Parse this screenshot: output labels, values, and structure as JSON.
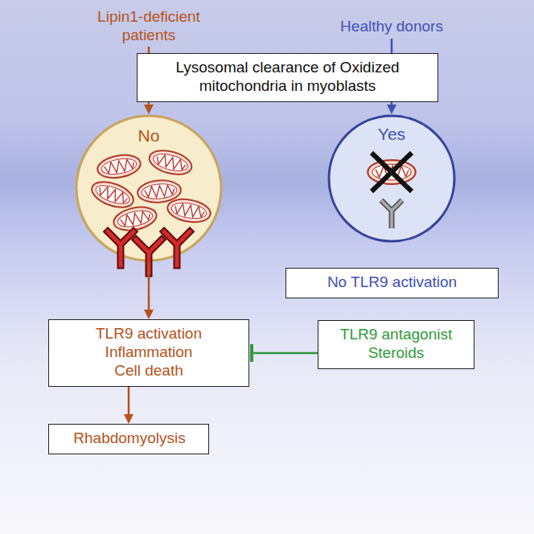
{
  "diagram": {
    "nodes": [
      {
        "text": [
          "Lysosomal clearance of Oxidized mitochondria in myoblasts"
        ]
      },
      {
        "text": [
          "No"
        ]
      },
      {
        "text": [
          "Yes"
        ]
      },
      {
        "text": [
          "TLR9 activation Inflammation Cell death"
        ]
      },
      {
        "text": [
          "No TLR9 activation"
        ]
      },
      {
        "text": [
          "TLR9 antagonist Steroids"
        ]
      },
      {
        "text": [
          "Rhabdomyolysis"
        ]
      }
    ],
    "edges": [
      {
        "from": 0,
        "to": 1,
        "arrow": "to"
      },
      {
        "from": 0,
        "to": 2,
        "arrow": "to"
      },
      {
        "from": 1,
        "to": 3,
        "arrow": "to"
      },
      {
        "from": 3,
        "to": 6,
        "arrow": "to"
      },
      {
        "from": 5,
        "to": 3,
        "arrow": "to"
      }
    ],
    "labels": [
      "Lipin1-deficient patients",
      "Healthy donors"
    ]
  }
}
